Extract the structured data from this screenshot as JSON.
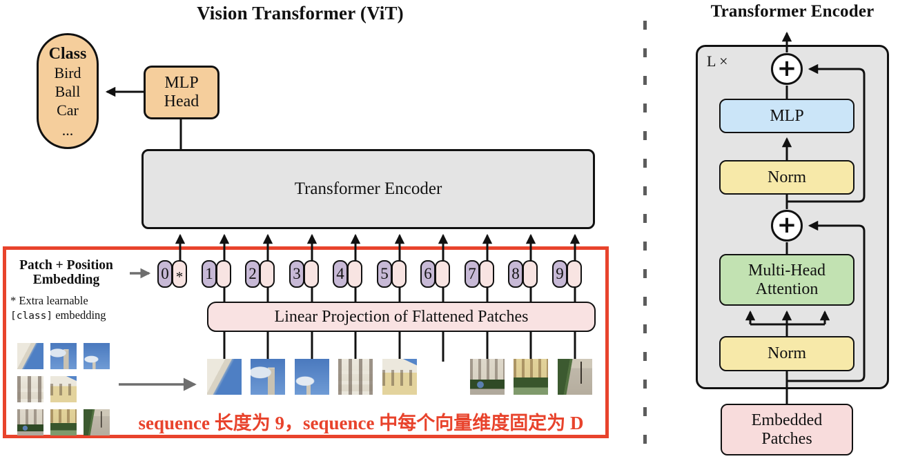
{
  "left_panel": {
    "title": "Vision Transformer (ViT)",
    "class_box": {
      "header": "Class",
      "items": [
        "Bird",
        "Ball",
        "Car",
        "..."
      ]
    },
    "mlp_head": {
      "line1": "MLP",
      "line2": "Head"
    },
    "encoder_label": "Transformer Encoder",
    "patch_position_label": {
      "line1": "Patch + Position",
      "line2": "Embedding"
    },
    "note": {
      "line1": "* Extra learnable",
      "code": "[class]",
      "rest": " embedding"
    },
    "linear_projection_label": "Linear Projection of Flattened Patches",
    "tokens": [
      "0",
      "1",
      "2",
      "3",
      "4",
      "5",
      "6",
      "7",
      "8",
      "9"
    ],
    "class_token_star": "*",
    "caption": "sequence 长度为 9，sequence 中每个向量维度固定为 D"
  },
  "right_panel": {
    "title": "Transformer Encoder",
    "loop_label": "L ×",
    "plus": "+",
    "mlp_label": "MLP",
    "norm_upper_label": "Norm",
    "norm_lower_label": "Norm",
    "mha": {
      "line1": "Multi-Head",
      "line2": "Attention"
    },
    "embedded": {
      "line1": "Embedded",
      "line2": "Patches"
    }
  },
  "colors": {
    "tan": "#F5CE9C",
    "grey_box": "#E4E4E4",
    "token_purple": "#C7B9D6",
    "token_pink": "#F8E4E2",
    "projection_pink": "#F9E2E2",
    "mlp_blue": "#CBE5F8",
    "norm_yellow": "#F7E9A9",
    "attention_green": "#C2E2B2",
    "embedded_pink": "#F8DCDC",
    "highlight_red": "#E8432C"
  }
}
